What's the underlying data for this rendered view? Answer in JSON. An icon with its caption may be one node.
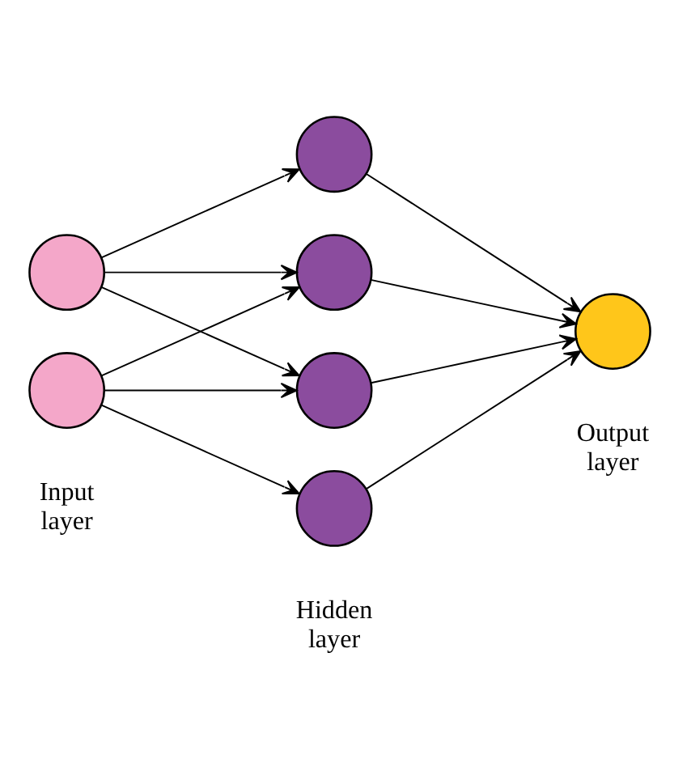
{
  "diagram": {
    "nodes": [
      {
        "text": [],
        "shape": "circle"
      },
      {
        "text": [],
        "shape": "circle"
      },
      {
        "text": [],
        "shape": "circle"
      },
      {
        "text": [],
        "shape": "circle"
      },
      {
        "text": [],
        "shape": "circle"
      },
      {
        "text": [],
        "shape": "circle"
      },
      {
        "text": [],
        "shape": "circle"
      }
    ],
    "edges": [
      {
        "from": 0,
        "to": 2,
        "arrow": "to"
      },
      {
        "from": 0,
        "to": 3,
        "arrow": "to"
      },
      {
        "from": 0,
        "to": 4,
        "arrow": "to"
      },
      {
        "from": 1,
        "to": 3,
        "arrow": "to"
      },
      {
        "from": 1,
        "to": 4,
        "arrow": "to"
      },
      {
        "from": 1,
        "to": 5,
        "arrow": "to"
      },
      {
        "from": 2,
        "to": 6,
        "arrow": "to"
      },
      {
        "from": 3,
        "to": 6,
        "arrow": "to"
      },
      {
        "from": 4,
        "to": 6,
        "arrow": "to"
      },
      {
        "from": 5,
        "to": 6,
        "arrow": "to"
      }
    ],
    "labels": [
      "Output layer",
      "Input layer",
      "Hidden layer"
    ]
  }
}
